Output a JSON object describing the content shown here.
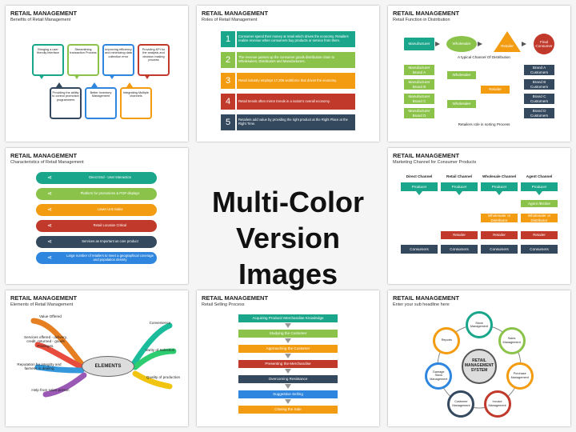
{
  "center": {
    "line1": "Multi-Color",
    "line2": "Version Images"
  },
  "colors": {
    "teal": "#1aa68a",
    "green": "#8bc34a",
    "orange": "#f39c12",
    "red": "#c0392b",
    "slate": "#34495e",
    "blue": "#2e86de",
    "gray": "#6d6d6d"
  },
  "slides": [
    {
      "title": "RETAIL MANAGEMENT",
      "subtitle": "Benefits of Retail Management",
      "items": [
        "Bringing a user friendly interface",
        "Streamlining transaction Process",
        "Improving efficiency and minimizing data collection error",
        "Providing KPI for the analysis and decision making process",
        "Providing the ability to control promotion programmers",
        "Better Inventory Management",
        "Integrating Multiple channels"
      ]
    },
    {
      "title": "RETAIL MANAGEMENT",
      "subtitle": "Roles of Retail Management",
      "items": [
        {
          "num": "1",
          "text": "Consumer spend their money at retail which drives the economy. Retailers realize revenue when consumers buy products or service from them."
        },
        {
          "num": "2",
          "text": "The revenue passes up the consumer goods distribution chain to Wholesalers, Distributors and Manufacturers."
        },
        {
          "num": "3",
          "text": "Retail industry employs 17,205 workforce that drives the economy."
        },
        {
          "num": "4",
          "text": "Retail trends often mirror trends in a nation's overall economy."
        },
        {
          "num": "5",
          "text": "Retailers add value by providing the right product at the Right Place at the Right Time."
        }
      ]
    },
    {
      "title": "RETAIL MANAGEMENT",
      "subtitle": "Retail Function in Distribution",
      "top": [
        "Manufacturer",
        "Wholesaler",
        "Retailer",
        "Final Consumer"
      ],
      "caption1": "A typical Channel Of Distribution",
      "mfr": [
        "Manufacturer Brand A",
        "Manufacturer Brand B",
        "Manufacturer Brand C",
        "Manufacturer Brand D"
      ],
      "wholesaler": "Wholesaler",
      "retailer": "Retailer",
      "cust": [
        "Brand A Customers",
        "Brand B Customers",
        "Brand C Customers",
        "Brand D Customers"
      ],
      "caption2": "Retailers role in sorting Process"
    },
    {
      "title": "RETAIL MANAGEMENT",
      "subtitle": "Characteristics of Retail Management",
      "items": [
        "Direct End - User Interaction",
        "Platform for promotions & POP displays",
        "Lower Unit Sales",
        "Retail Location Critical",
        "Services as Important as core product",
        "Large number of retailers to meet a geographical coverage and population density"
      ]
    },
    {
      "title": "RETAIL MANAGEMENT",
      "subtitle": "Marketing Channel for Consumer Products",
      "cols": [
        "Direct Channel",
        "Retail Channel",
        "Wholesale Channel",
        "Agent Channel"
      ],
      "producer": "Producer",
      "agent": "Agent /Broker",
      "wholesaler_box": "Wholesaler or Distributor",
      "retailer": "Retailer",
      "consumers": "Consumers"
    },
    {
      "title": "RETAIL MANAGEMENT",
      "subtitle": "Elements of Retail Management",
      "center": "ELEMENTS",
      "left": [
        "Value Offered",
        "Services offered - delivery, credit, returned - goods Privileges.",
        "Reputation for integrity and fairness in dealing",
        "Help from sales person"
      ],
      "right": [
        "Convenience",
        "Varity of Selection",
        "Quality of production"
      ]
    },
    {
      "title": "RETAIL MANAGEMENT",
      "subtitle": "Retail Selling Process",
      "steps": [
        "Acquiring Product/ Merchandise Knowledge",
        "Studying the Customer",
        "Approaching the Customer",
        "Presenting the Merchandise",
        "Overcoming Resistance",
        "Suggestive Selling",
        "Closing the Sale"
      ]
    },
    {
      "title": "RETAIL MANAGEMENT",
      "subtitle": "Enter your sub headline here",
      "center": "RETAIL MANAGEMENT SYSTEM",
      "nodes": [
        "Stock Management",
        "Sales Management",
        "Purchase Management",
        "Invoice Management",
        "Customer Management",
        "Damage Stock Management",
        "Reports"
      ]
    }
  ]
}
